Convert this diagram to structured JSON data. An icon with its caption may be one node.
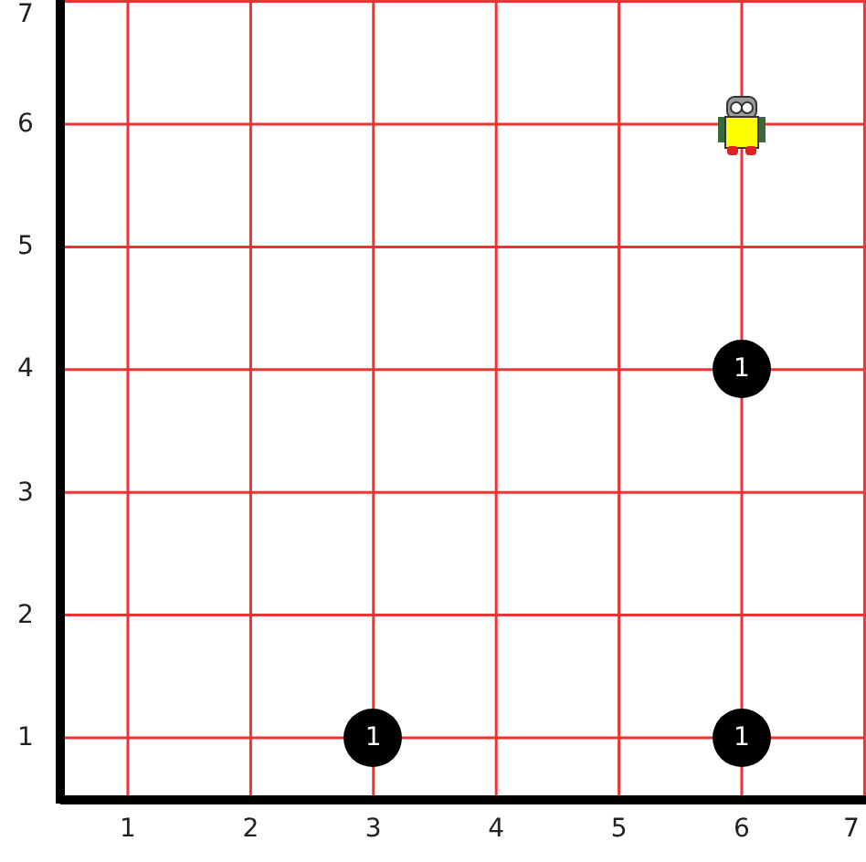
{
  "diagram": {
    "nodes": [
      {
        "text": [
          "1"
        ]
      },
      {
        "text": [
          "1"
        ]
      },
      {
        "text": [
          "1"
        ]
      }
    ],
    "labels": [
      "7",
      "6",
      "5",
      "4",
      "3",
      "2",
      "1",
      "1",
      "2",
      "3",
      "4",
      "5",
      "6",
      "7"
    ]
  }
}
